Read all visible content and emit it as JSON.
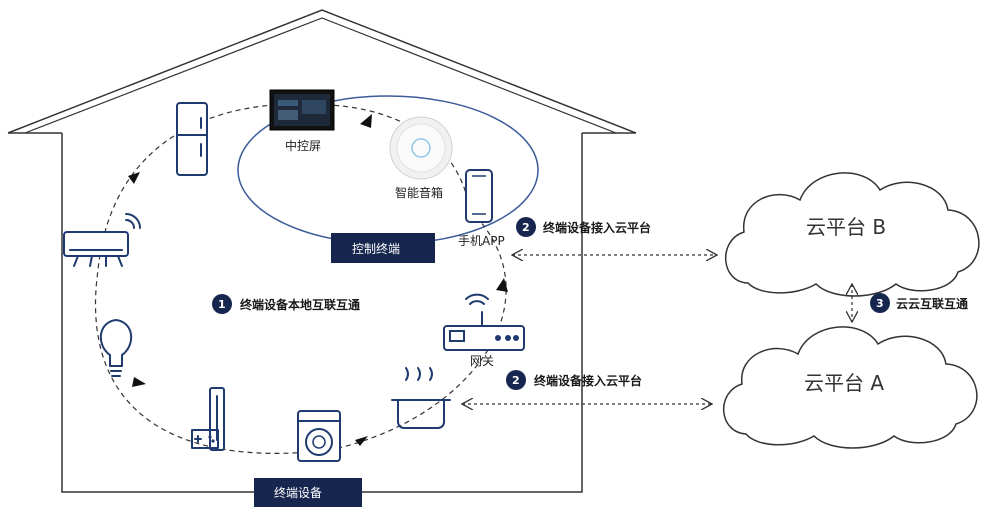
{
  "labels": {
    "center_screen": "中控屏",
    "smart_speaker": "智能音箱",
    "phone_app": "手机APP",
    "gateway": "网关",
    "control_terminal": "控制终端",
    "terminal_devices": "终端设备"
  },
  "flows": {
    "local": {
      "badge": "1",
      "text": "终端设备本地互联互通"
    },
    "cloud_b": {
      "badge": "2",
      "text": "终端设备接入云平台"
    },
    "cloud_a": {
      "badge": "2",
      "text": "终端设备接入云平台"
    },
    "cloud_cloud": {
      "badge": "3",
      "text": "云云互联互通"
    }
  },
  "clouds": {
    "b": "云平台 B",
    "a": "云平台 A"
  },
  "colors": {
    "navy": "#16264f",
    "device_stroke": "#1f3a6e",
    "ellipse_stroke": "#3b5b9a"
  }
}
